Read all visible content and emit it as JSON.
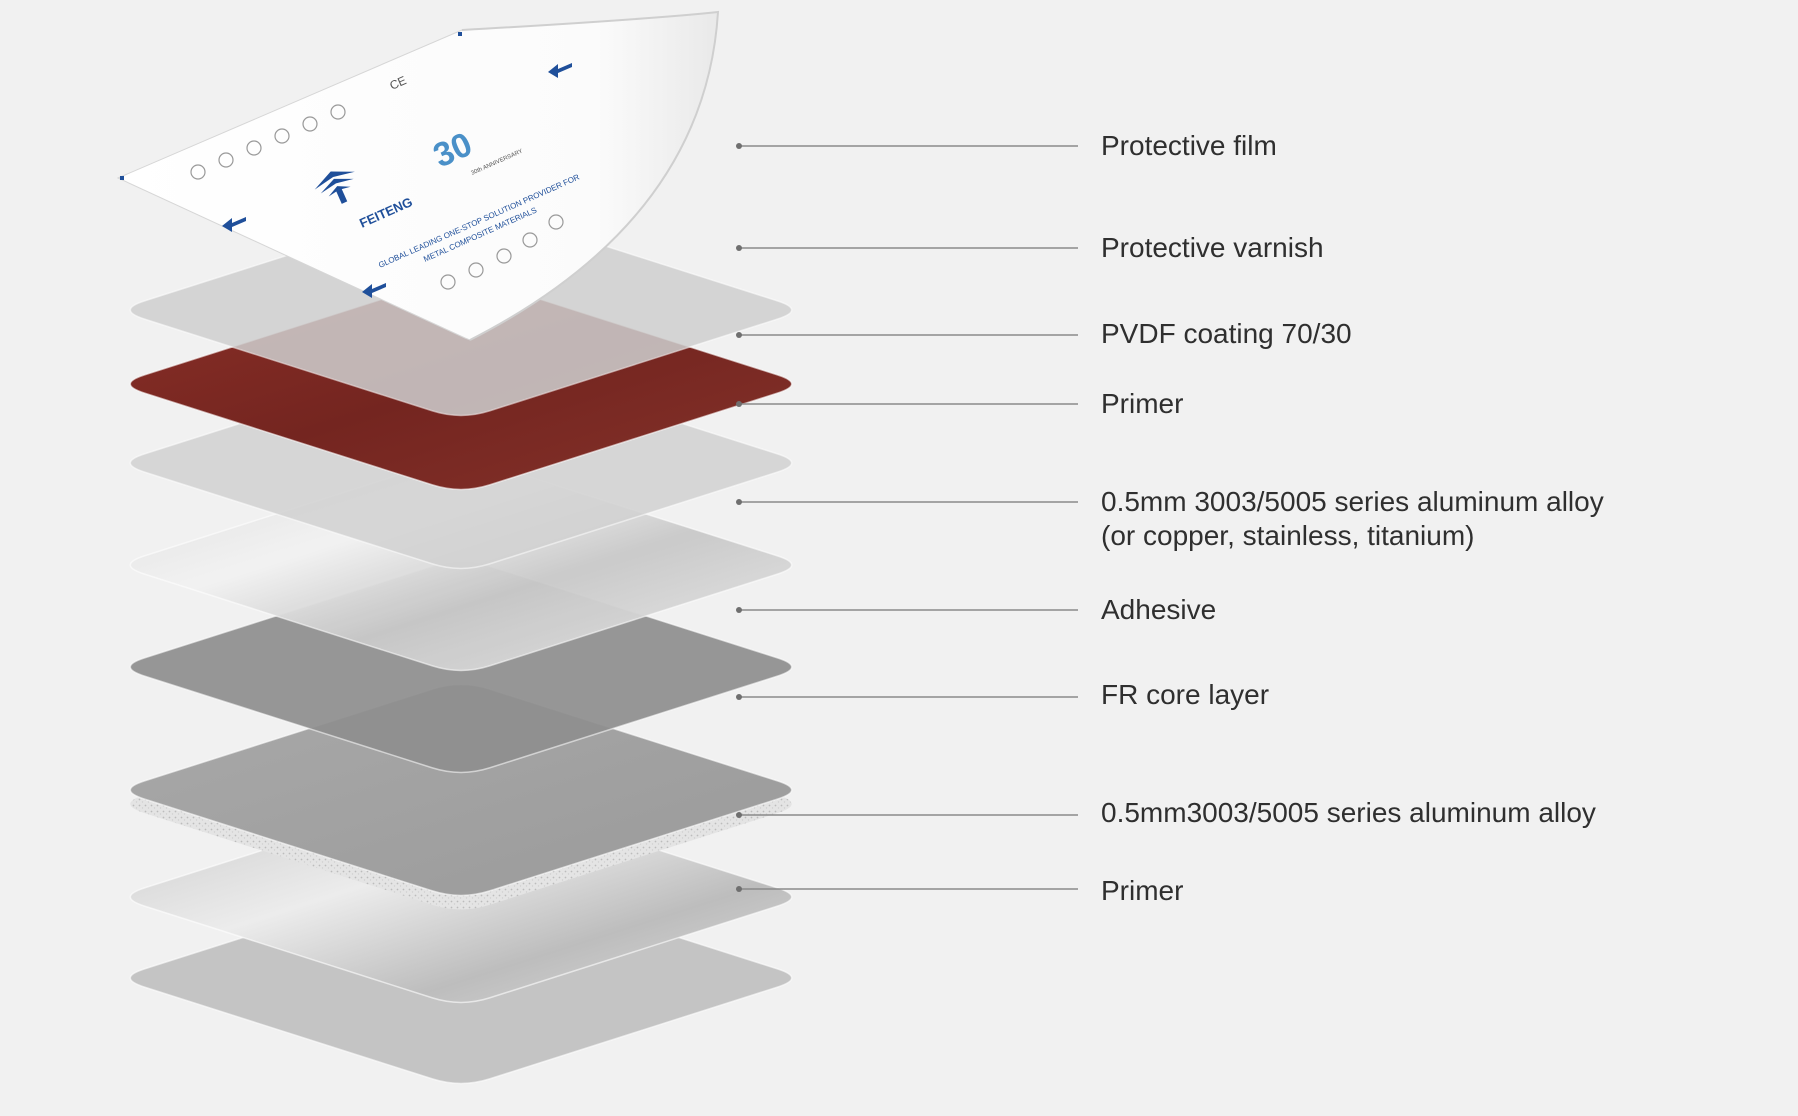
{
  "diagram": {
    "layers": [
      {
        "id": "protective-film",
        "label": "Protective film"
      },
      {
        "id": "protective-varnish",
        "label": "Protective varnish"
      },
      {
        "id": "pvdf-coating",
        "label": "PVDF coating 70/30"
      },
      {
        "id": "primer-top",
        "label": "Primer"
      },
      {
        "id": "aluminum-top",
        "label": "0.5mm 3003/5005 series aluminum alloy\n(or copper, stainless, titanium)"
      },
      {
        "id": "adhesive",
        "label": "Adhesive"
      },
      {
        "id": "fr-core",
        "label": "FR core layer"
      },
      {
        "id": "aluminum-bottom",
        "label": "0.5mm3003/5005 series aluminum alloy"
      },
      {
        "id": "primer-bottom",
        "label": "Primer"
      }
    ],
    "film_print": {
      "brand": "FEITENG",
      "slogan_line1": "GLOBAL LEADING ONE-STOP SOLUTION PROVIDER FOR",
      "slogan_line2": "METAL COMPOSITE MATERIALS",
      "anniversary_number": "30",
      "anniversary_text": "30th ANNIVERSARY",
      "ce_mark": "CE"
    },
    "colors": {
      "background": "#f1f1f1",
      "pvdf": "#7c2b24",
      "brand_blue": "#1f4f9a",
      "leader_line": "#8a8a8a",
      "label_text": "#2f2f2f"
    }
  }
}
